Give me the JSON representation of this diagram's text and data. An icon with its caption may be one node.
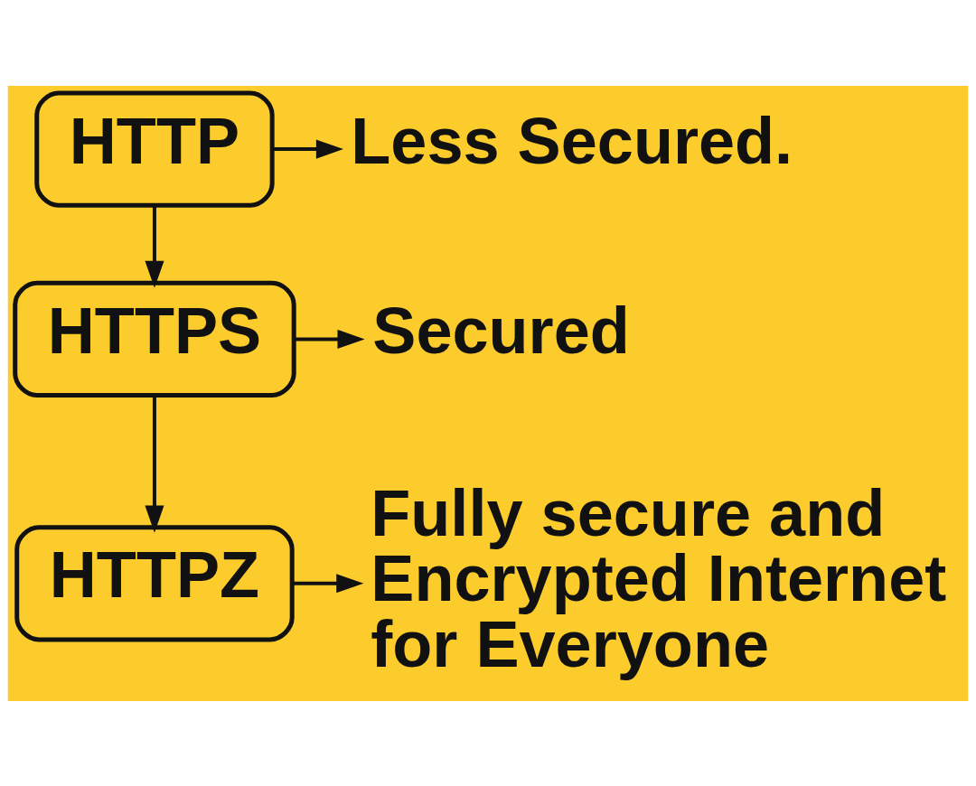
{
  "diagram": {
    "nodes": [
      {
        "text": [
          "HTTP"
        ]
      },
      {
        "text": [
          "Less Secured."
        ]
      },
      {
        "text": [
          "HTTPS"
        ]
      },
      {
        "text": [
          "Secured"
        ]
      },
      {
        "text": [
          "HTTPZ"
        ]
      },
      {
        "text": [
          "Fully secure and Encrypted Internet for Everyone"
        ]
      }
    ],
    "edges": [
      {
        "from": 0,
        "to": 1,
        "arrow": "to"
      },
      {
        "from": 0,
        "to": 2,
        "arrow": "to"
      },
      {
        "from": 2,
        "to": 3,
        "arrow": "to"
      },
      {
        "from": 2,
        "to": 4,
        "arrow": "to"
      },
      {
        "from": 4,
        "to": 5,
        "arrow": "to"
      }
    ]
  }
}
